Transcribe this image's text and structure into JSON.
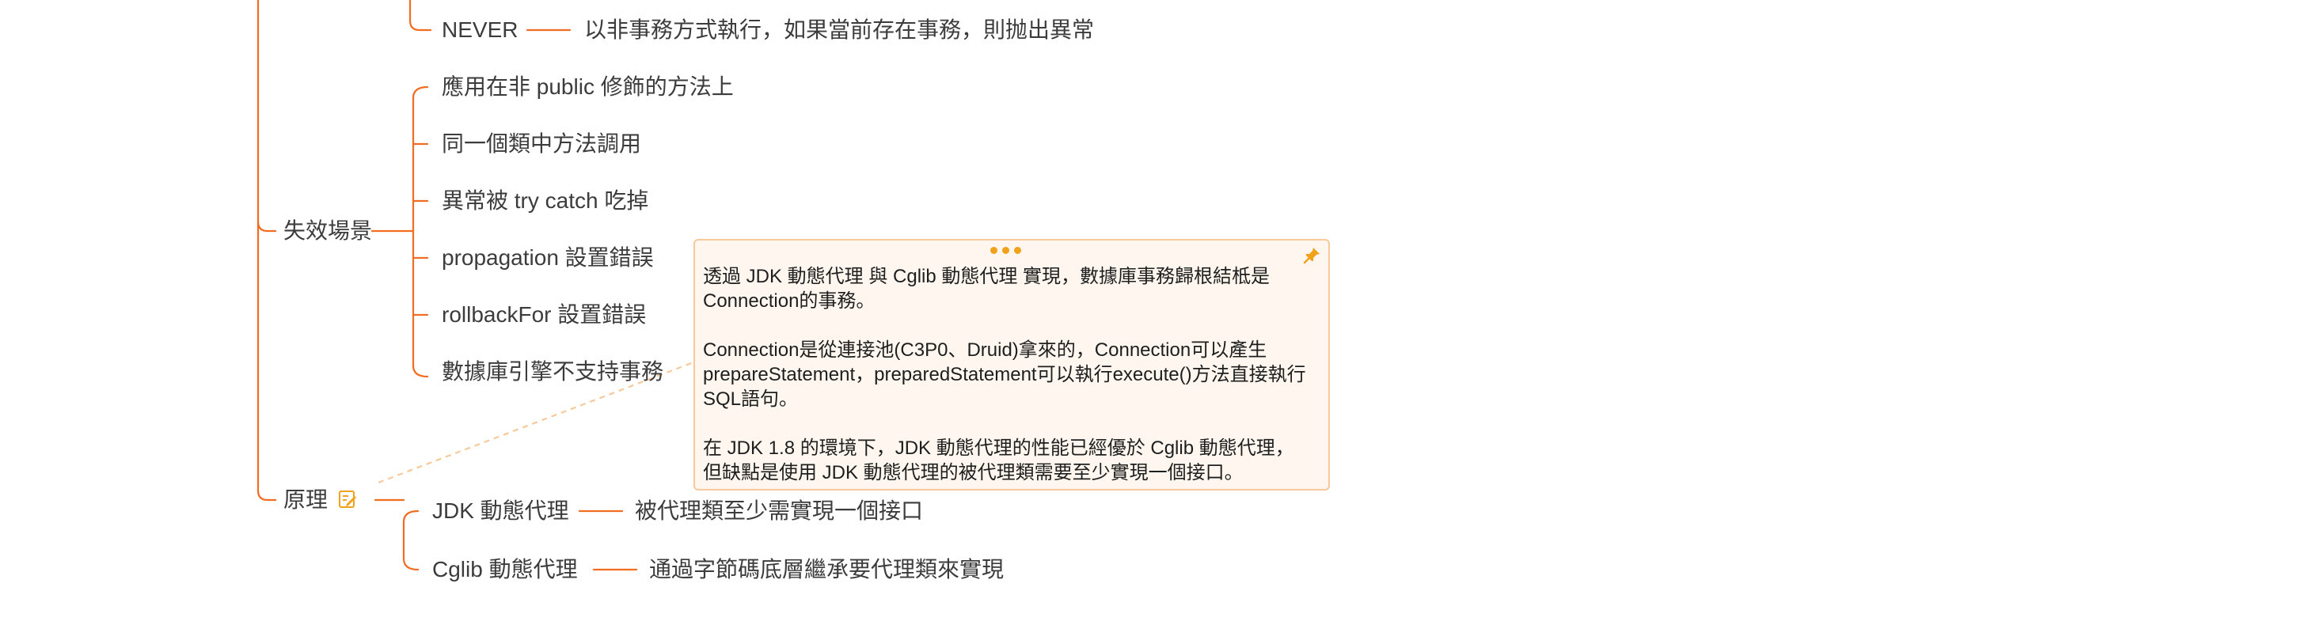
{
  "mindmap": {
    "never": {
      "label": "NEVER",
      "description": "以非事務方式執行，如果當前存在事務，則抛出異常"
    },
    "failure": {
      "label": "失效場景",
      "items": [
        "應用在非 public 修飾的方法上",
        "同一個類中方法調用",
        "異常被 try catch 吃掉",
        "propagation 設置錯誤",
        "rollbackFor 設置錯誤",
        "數據庫引擎不支持事務"
      ]
    },
    "principle": {
      "label": "原理",
      "icon": "note-icon",
      "children": [
        {
          "label": "JDK 動態代理",
          "description": "被代理類至少需實現一個接口"
        },
        {
          "label": "Cglib 動態代理",
          "description": "通過字節碼底層繼承要代理類來實現"
        }
      ]
    },
    "note": {
      "paragraphs": [
        "透過 JDK 動態代理 與 Cglib 動態代理 實現，數據庫事務歸根結柢是 Connection的事務。",
        "Connection是從連接池(C3P0、Druid)拿來的，Connection可以產生 prepareStatement，preparedStatement可以執行execute()方法直接執行SQL語句。",
        "在 JDK 1.8 的環境下，JDK 動態代理的性能已經優於 Cglib 動態代理，但缺點是使用 JDK 動態代理的被代理類需要至少實現一個接口。"
      ],
      "pin_icon": "pin-icon",
      "drag_icon": "drag-handle-icon"
    },
    "colors": {
      "branch": "#f26c22",
      "note_bg": "#fff7ef",
      "note_border": "#f7c99a",
      "accent": "#f0a21a"
    }
  }
}
